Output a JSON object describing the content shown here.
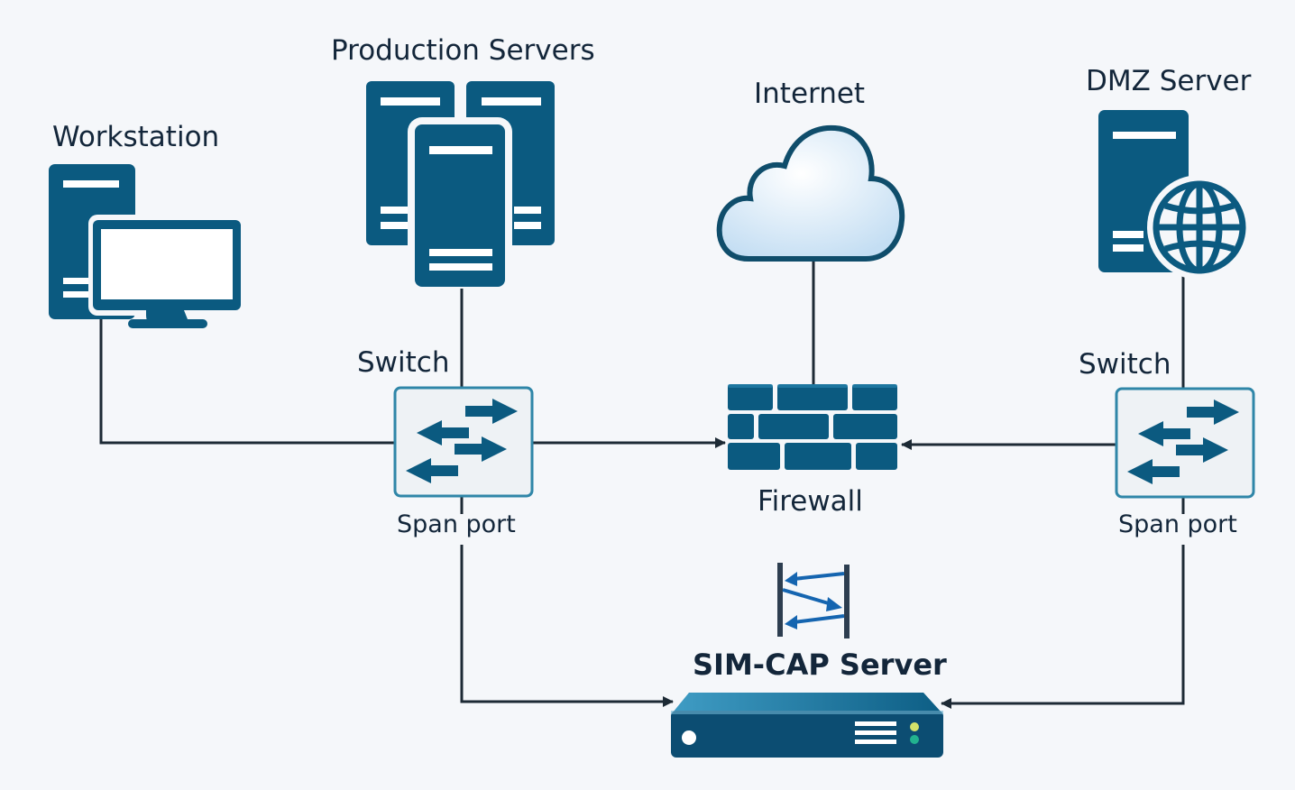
{
  "diagram": {
    "colors": {
      "device": "#0b5a80",
      "line": "#1d2a35",
      "switch_border": "#2f86a8",
      "switch_fill": "#eef2f5",
      "cloud_fill": "#d4e8f7",
      "cloud_stroke": "#0f4d6b",
      "capture_arrow": "#1565b0",
      "led_yellow": "#d4e36a",
      "led_green": "#22b38f"
    },
    "nodes": {
      "workstation": {
        "label": "Workstation",
        "icon": "workstation-icon"
      },
      "production_servers": {
        "label": "Production Servers",
        "icon": "server-stack-icon"
      },
      "internet": {
        "label": "Internet",
        "icon": "cloud-icon"
      },
      "dmz_server": {
        "label": "DMZ Server",
        "icon": "web-server-icon"
      },
      "switch_left": {
        "label": "Switch",
        "port_label": "Span port",
        "icon": "switch-icon"
      },
      "switch_right": {
        "label": "Switch",
        "port_label": "Span port",
        "icon": "switch-icon"
      },
      "firewall": {
        "label": "Firewall",
        "icon": "firewall-icon"
      },
      "simcap_server": {
        "label": "SIM-CAP Server",
        "icon": "rack-server-icon",
        "capture_icon": "packet-exchange-icon"
      }
    },
    "edges": [
      {
        "from": "workstation",
        "to": "switch_left",
        "arrow": false
      },
      {
        "from": "production_servers",
        "to": "switch_left",
        "arrow": false
      },
      {
        "from": "internet",
        "to": "firewall",
        "arrow": false
      },
      {
        "from": "dmz_server",
        "to": "switch_right",
        "arrow": false
      },
      {
        "from": "switch_left",
        "to": "firewall",
        "arrow": true
      },
      {
        "from": "switch_right",
        "to": "firewall",
        "arrow": true
      },
      {
        "from": "switch_left",
        "to": "simcap_server",
        "via": "span port",
        "arrow": true
      },
      {
        "from": "switch_right",
        "to": "simcap_server",
        "via": "span port",
        "arrow": true
      }
    ]
  }
}
